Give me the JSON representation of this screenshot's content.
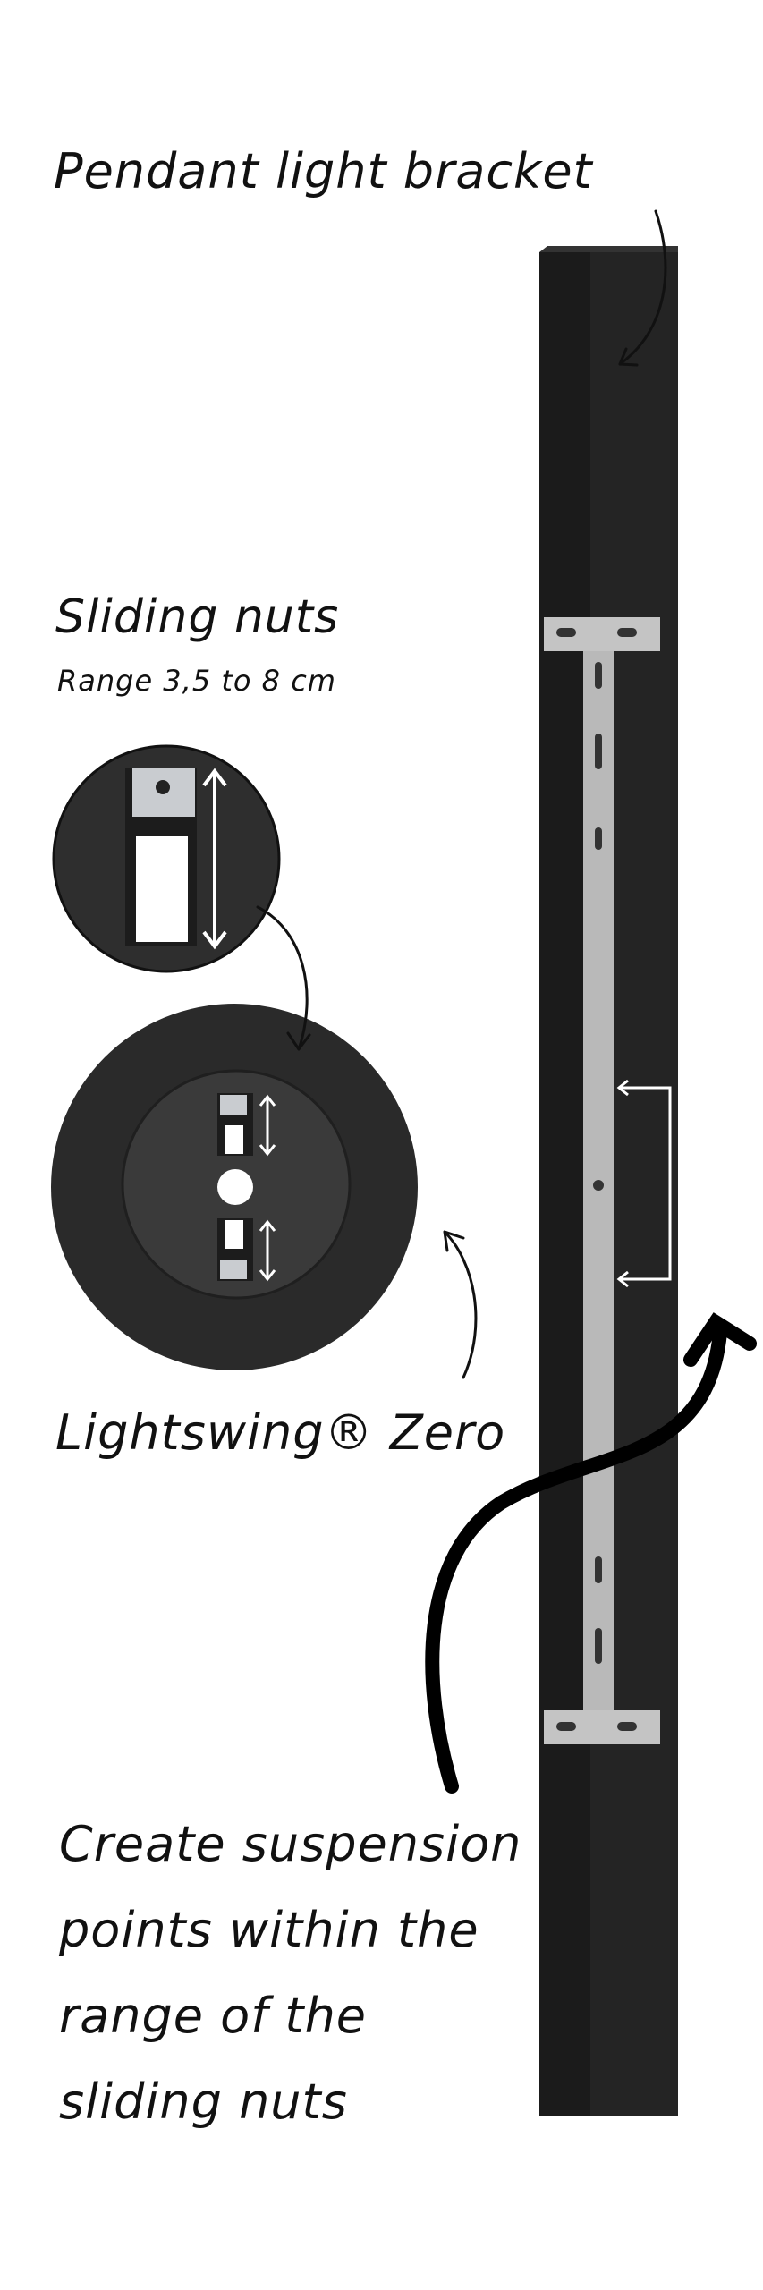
{
  "labels": {
    "title": "Pendant light bracket",
    "sliding_nuts": "Sliding nuts",
    "range": "Range 3,5 to 8 cm",
    "product": "Lightswing® Zero",
    "instruction_lines": [
      "Create suspension",
      "points within the",
      "range of the",
      "sliding nuts"
    ]
  },
  "colors": {
    "bracket": "#1b1b1b",
    "disc": "#2a2a2a",
    "disc_inner": "#3a3a3a",
    "metal": "#b9b9b9",
    "text": "#111111"
  },
  "icons": [
    "curved-arrow",
    "double-arrow",
    "bracket-arrow"
  ]
}
